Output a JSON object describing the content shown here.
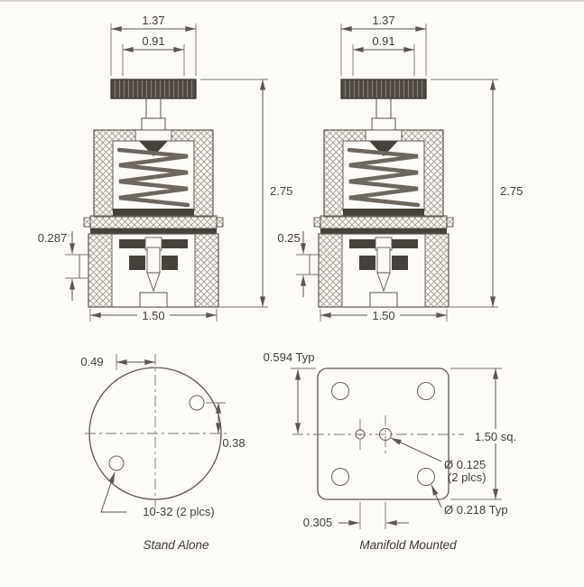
{
  "drawing": {
    "type": "technical-dimension-drawing",
    "background": "#fcfbf7",
    "ink": "#5d574f",
    "text_color": "#44403a"
  },
  "section_views": {
    "left": {
      "top_width": "1.37",
      "knob_width": "0.91",
      "overall_height": "2.75",
      "port_step": "0.287",
      "base_width": "1.50"
    },
    "right": {
      "top_width": "1.37",
      "knob_width": "0.91",
      "overall_height": "2.75",
      "port_step": "0.25",
      "base_width": "1.50"
    }
  },
  "bottom_views": {
    "stand_alone": {
      "caption": "Stand Alone",
      "hole_offset_x": "0.49",
      "hole_offset_y": "0.38",
      "thread_note": "10-32 (2 plcs)"
    },
    "manifold": {
      "caption": "Manifold Mounted",
      "edge_offset": "0.594 Typ",
      "square_size": "1.50 sq.",
      "port_diameter": "Ø 0.125",
      "port_diameter_note": "(2 plcs)",
      "mount_hole_diameter": "Ø 0.218 Typ",
      "port_spacing": "0.305"
    }
  }
}
